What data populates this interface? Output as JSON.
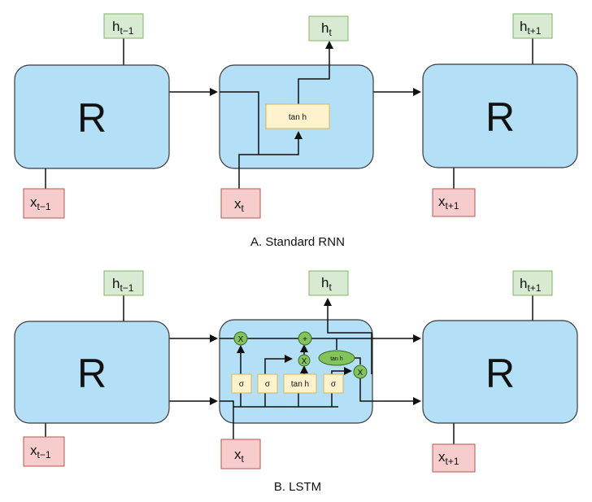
{
  "standard_rnn": {
    "caption": "A. Standard RNN",
    "cells": {
      "left": "R",
      "right": "R"
    },
    "tanh_label": "tan h",
    "h_prev": {
      "base": "h",
      "sub": "t−1"
    },
    "h_cur": {
      "base": "h",
      "sub": "t"
    },
    "h_next": {
      "base": "h",
      "sub": "t+1"
    },
    "x_prev": {
      "base": "x",
      "sub": "t−1"
    },
    "x_cur": {
      "base": "x",
      "sub": "t"
    },
    "x_next": {
      "base": "x",
      "sub": "t+1"
    }
  },
  "lstm": {
    "caption": "B. LSTM",
    "cells": {
      "left": "R",
      "right": "R"
    },
    "gates": {
      "sigma1": "σ",
      "sigma2": "σ",
      "tanh": "tan h",
      "sigma3": "σ"
    },
    "ops": {
      "mult1": "X",
      "add": "+",
      "mult2": "X",
      "mult3": "X",
      "tanh_oval": "tan h"
    },
    "h_prev": {
      "base": "h",
      "sub": "t−1"
    },
    "h_cur": {
      "base": "h",
      "sub": "t"
    },
    "h_next": {
      "base": "h",
      "sub": "t+1"
    },
    "x_prev": {
      "base": "x",
      "sub": "t−1"
    },
    "x_cur": {
      "base": "x",
      "sub": "t"
    },
    "x_next": {
      "base": "x",
      "sub": "t+1"
    }
  }
}
